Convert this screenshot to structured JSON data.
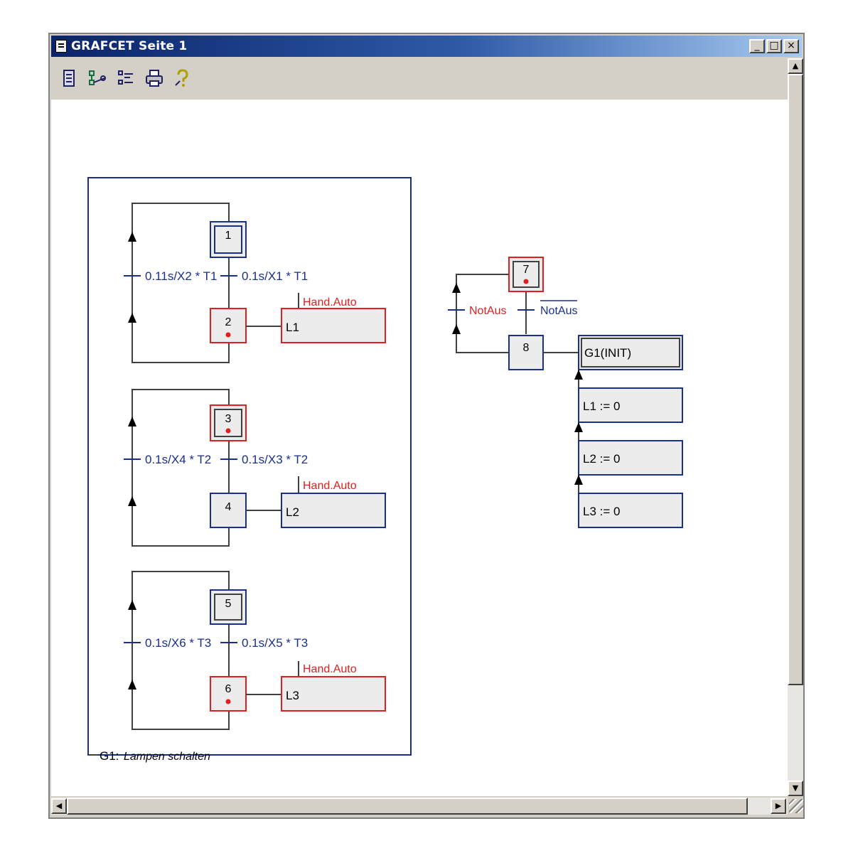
{
  "window": {
    "title": "GRAFCET Seite 1",
    "controls": {
      "minimize": "_",
      "maximize": "□",
      "close": "×"
    }
  },
  "toolbar": {
    "items": [
      {
        "icon": "document-icon"
      },
      {
        "icon": "network-icon"
      },
      {
        "icon": "list-icon"
      },
      {
        "icon": "print-icon"
      },
      {
        "icon": "help-icon"
      }
    ]
  },
  "diagram": {
    "group_label": "G1:",
    "group_name": "Lampen schalten",
    "steps": {
      "s1": "1",
      "s2": "2",
      "s3": "3",
      "s4": "4",
      "s5": "5",
      "s6": "6",
      "s7": "7",
      "s8": "8"
    },
    "transitions": {
      "t_2_1": "0.11s/X2 * T1",
      "t_1_2": "0.1s/X1 * T1",
      "t_4_3": "0.1s/X4 * T2",
      "t_3_4": "0.1s/X3 * T2",
      "t_6_5": "0.1s/X6 * T3",
      "t_5_6": "0.1s/X5 * T3",
      "t_8_7": "NotAus",
      "t_7_8": "NotAus"
    },
    "actions": {
      "a_l1": "L1",
      "a_l2": "L2",
      "a_l3": "L3",
      "cond_1": "Hand.Auto",
      "cond_2": "Hand.Auto",
      "cond_3": "Hand.Auto",
      "g1init": "G1(INIT)",
      "l1_reset": "L1 := 0",
      "l2_reset": "L2 := 0",
      "l3_reset": "L3 := 0"
    },
    "colors": {
      "active": "#e02020",
      "inactive": "#1a2f8a",
      "line": "#404040",
      "box_fill": "#ececec"
    }
  },
  "scrollbars": {
    "up": "▲",
    "down": "▼",
    "left": "◀",
    "right": "▶"
  }
}
